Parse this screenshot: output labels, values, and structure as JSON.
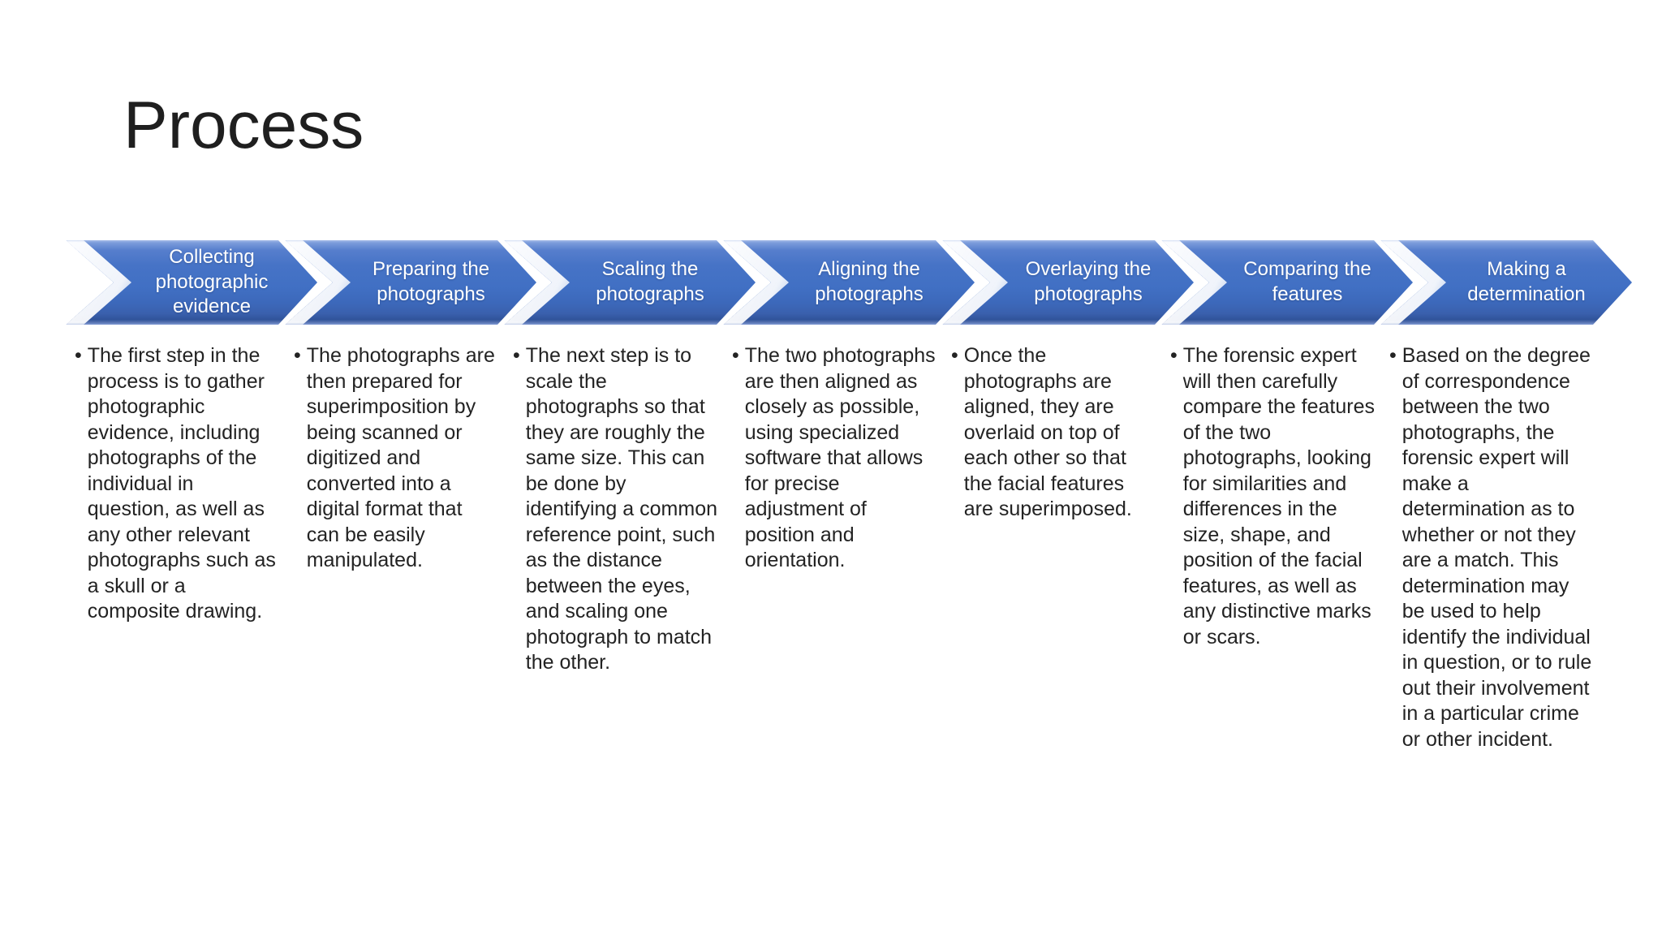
{
  "slide": {
    "title": "Process",
    "steps": [
      {
        "label": "Collecting photographic evidence",
        "description": "The first step in the process is to gather photographic evidence, including photographs of the individual in question, as well as any other relevant photographs such as a skull or a composite drawing."
      },
      {
        "label": "Preparing the photographs",
        "description": "The photographs are then prepared for superimposition by being scanned or digitized and converted into a digital format that can be easily manipulated."
      },
      {
        "label": "Scaling the photographs",
        "description": "The next step is to scale the photographs so that they are roughly the same size. This can be done by identifying a common reference point, such as the distance between the eyes, and scaling one photograph to match the other."
      },
      {
        "label": "Aligning the photographs",
        "description": "The two photographs are then aligned as closely as possible, using specialized software that allows for precise adjustment of position and orientation."
      },
      {
        "label": "Overlaying the photographs",
        "description": "Once the photographs are aligned, they are overlaid on top of each other so that the facial features are superimposed."
      },
      {
        "label": "Comparing the features",
        "description": "The forensic expert will then carefully compare the features of the two photographs, looking for similarities and differences in the size, shape, and position of the facial features, as well as any distinctive marks or scars."
      },
      {
        "label": "Making a determination",
        "description": "Based on the degree of correspondence between the two photographs, the forensic expert will make a determination as to whether or not they are a match. This determination may be used to help identify the individual in question, or to rule out their involvement in a particular crime or other incident."
      }
    ]
  },
  "bullet_char": "•",
  "colors": {
    "chevron_fill": "#4472C4",
    "chevron_fill_top": "#A6BCE8",
    "chevron_fill_bottom": "#30539A",
    "chevron_label_text": "#FFFFFF",
    "body_text": "#232323",
    "title_text": "#1F1F1F",
    "background": "#FFFFFF"
  }
}
